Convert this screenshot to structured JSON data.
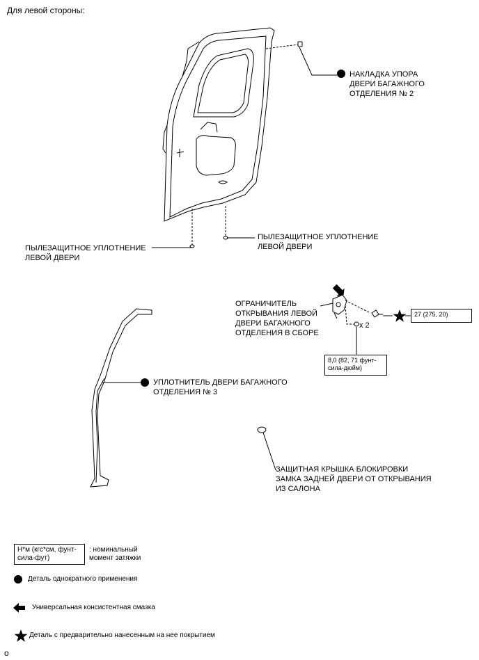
{
  "title": "Для левой стороны:",
  "labels": {
    "stopper_cover": "НАКЛАДКА УПОРА\nДВЕРИ БАГАЖНОГО\nОТДЕЛЕНИЯ № 2",
    "seal_right": "ПЫЛЕЗАЩИТНОЕ УПЛОТНЕНИЕ\nЛЕВОЙ ДВЕРИ",
    "seal_left": "ПЫЛЕЗАЩИТНОЕ УПЛОТНЕНИЕ\nЛЕВОЙ ДВЕРИ",
    "check_assembly": "ОГРАНИЧИТЕЛЬ\nОТКРЫВАНИЯ ЛЕВОЙ\nДВЕРИ БАГАЖНОГО\nОТДЕЛЕНИЯ В СБОРЕ",
    "weatherstrip": "УПЛОТНИТЕЛЬ ДВЕРИ БАГАЖНОГО\nОТДЕЛЕНИЯ № 3",
    "protector_cap": "ЗАЩИТНАЯ КРЫШКА БЛОКИРОВКИ\nЗАМКА ЗАДНЕЙ ДВЕРИ ОТ ОТКРЫВАНИЯ\nИЗ САЛОНА",
    "qty": "x 2"
  },
  "torque": {
    "bolt": "27 (275, 20)",
    "nut": "8,0 (82, 71 фунт-\nсила-дюйм)"
  },
  "legend": {
    "torque_unit": "Н*м (кгс*см, фунт-\nсила-фут)",
    "torque_desc": ": номинальный\nмомент затяжки",
    "non_reusable": "Деталь однократного применения",
    "grease": "Универсальная консистентная смазка",
    "precoated": "Деталь с предварительно нанесенным на нее покрытием"
  },
  "corner_mark": "o",
  "icons": [
    "filled-circle-icon",
    "star-icon",
    "arrow-left-icon"
  ]
}
